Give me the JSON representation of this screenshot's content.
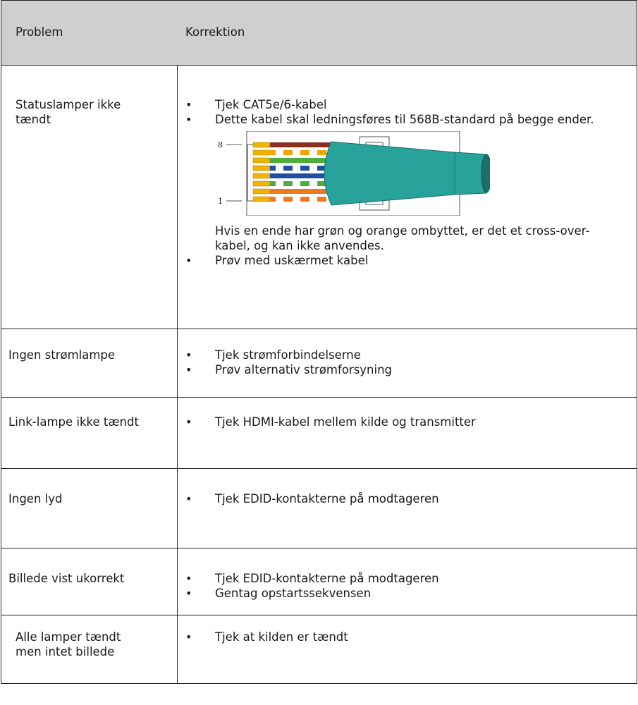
{
  "header": {
    "problem": "Problem",
    "correction": "Korrektion"
  },
  "rows": [
    {
      "problem": "Statuslamper ikke tændt",
      "bullets_before": [
        "Tjek CAT5e/6-kabel",
        "Dette kabel skal ledningsføres til 568B-standard på begge ender."
      ],
      "figure": {
        "label_top": "8",
        "label_bottom": "1",
        "cable_color": "#27a39c",
        "wire_colors": [
          "#8b2f1e",
          "#f0a500",
          "#4caf3c",
          "#1e4fa0",
          "#1e4fa0",
          "#4caf3c",
          "#f07820",
          "#f07820"
        ]
      },
      "note": "Hvis en ende har grøn og orange ombyttet, er det et cross-over-kabel, og kan ikke anvendes.",
      "bullets_after": [
        "Prøv med uskærmet kabel"
      ]
    },
    {
      "problem": "Ingen strømlampe",
      "bullets": [
        "Tjek strømforbindelserne",
        "Prøv alternativ strømforsyning"
      ]
    },
    {
      "problem": "Link-lampe ikke tændt",
      "bullets": [
        "Tjek HDMI-kabel mellem kilde og transmitter"
      ]
    },
    {
      "problem": "Ingen lyd",
      "bullets": [
        "Tjek EDID-kontakterne på modtageren"
      ]
    },
    {
      "problem": "Billede vist ukorrekt",
      "bullets": [
        "Tjek EDID-kontakterne på modtageren",
        "Gentag opstartssekvensen"
      ]
    },
    {
      "problem": "Alle lamper tændt men intet billede",
      "bullets": [
        "Tjek at kilden er tændt"
      ]
    }
  ]
}
